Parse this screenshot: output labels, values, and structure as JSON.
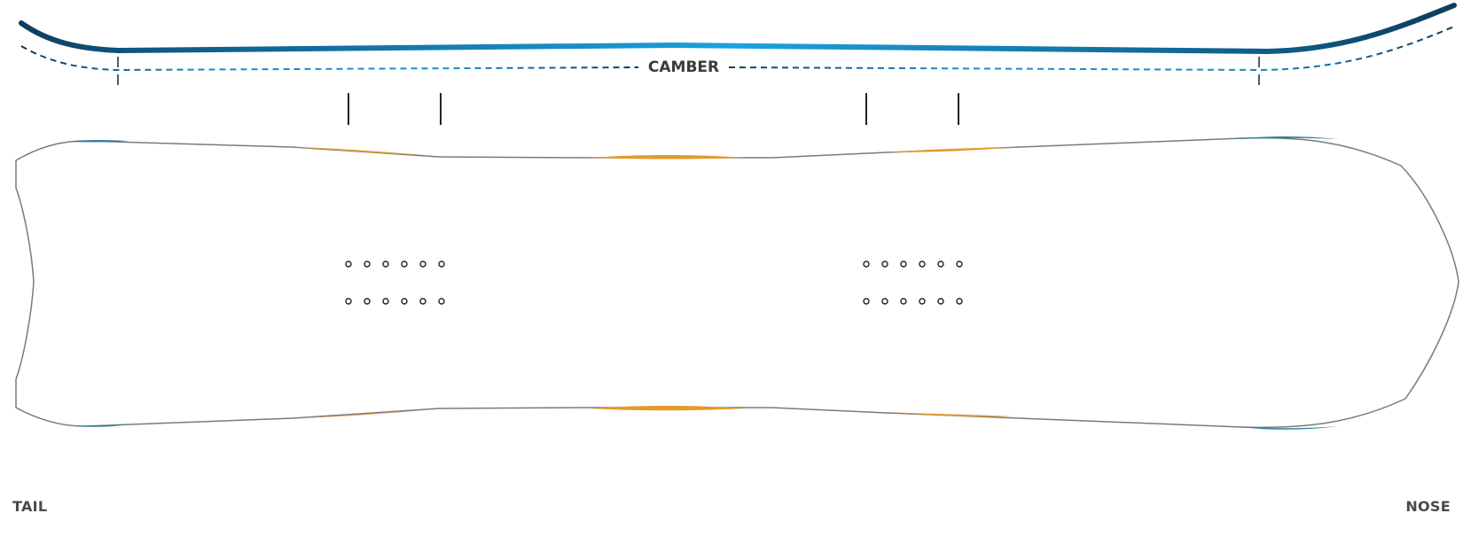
{
  "profile": {
    "label": "CAMBER"
  },
  "labels": {
    "tail": "TAIL",
    "nose": "NOSE"
  },
  "inserts": {
    "columns": 6,
    "rows": 2
  },
  "colors": {
    "profile_dark": "#0d3d5c",
    "profile_light": "#1aa3e0",
    "profile_dashed": "#0d3d5c",
    "profile_dashed_center": "#1a8ccf",
    "board_outline": "#7a7a7a",
    "tip_edge_blue": "#2a7ea0",
    "sidecut_orange": "#e39a2a",
    "marker_lines": "#222222",
    "insert_holes": "#222222",
    "label_text": "#4a4a4a"
  }
}
